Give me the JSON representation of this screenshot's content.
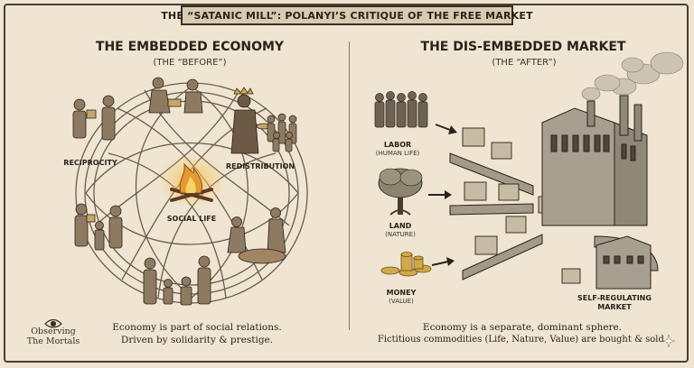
{
  "banner": {
    "title": "THE “SATANIC MILL”: POLANYI’S CRITIQUE OF THE FREE MARKET"
  },
  "left": {
    "title": "THE EMBEDDED ECONOMY",
    "subtitle": "(THE “BEFORE”)",
    "labels": {
      "reciprocity": "RECIPROCITY",
      "redistribution": "REDISTRIBUTION",
      "center": "SOCIAL LIFE"
    },
    "caption": [
      "Economy is part of social relations.",
      "Driven by solidarity & prestige."
    ]
  },
  "right": {
    "title": "THE DIS-EMBEDDED MARKET",
    "subtitle": "(THE “AFTER”)",
    "inputs": [
      {
        "label": "LABOR",
        "sub": "(HUMAN LIFE)"
      },
      {
        "label": "LAND",
        "sub": "(NATURE)"
      },
      {
        "label": "MONEY",
        "sub": "(VALUE)"
      }
    ],
    "market": [
      "SELF-REGULATING",
      "MARKET"
    ],
    "caption": [
      "Economy is a separate, dominant sphere.",
      "Fictitious commodities (Life, Nature, Value) are bought & sold."
    ]
  },
  "logo": {
    "line1": "Observing",
    "line2": "The Mortals",
    "icon": "eye-icon"
  },
  "colors": {
    "paper": "#efe5d2",
    "ink": "#2a231c",
    "flame": "#e39a2f",
    "banner": "#d8cbb2"
  }
}
